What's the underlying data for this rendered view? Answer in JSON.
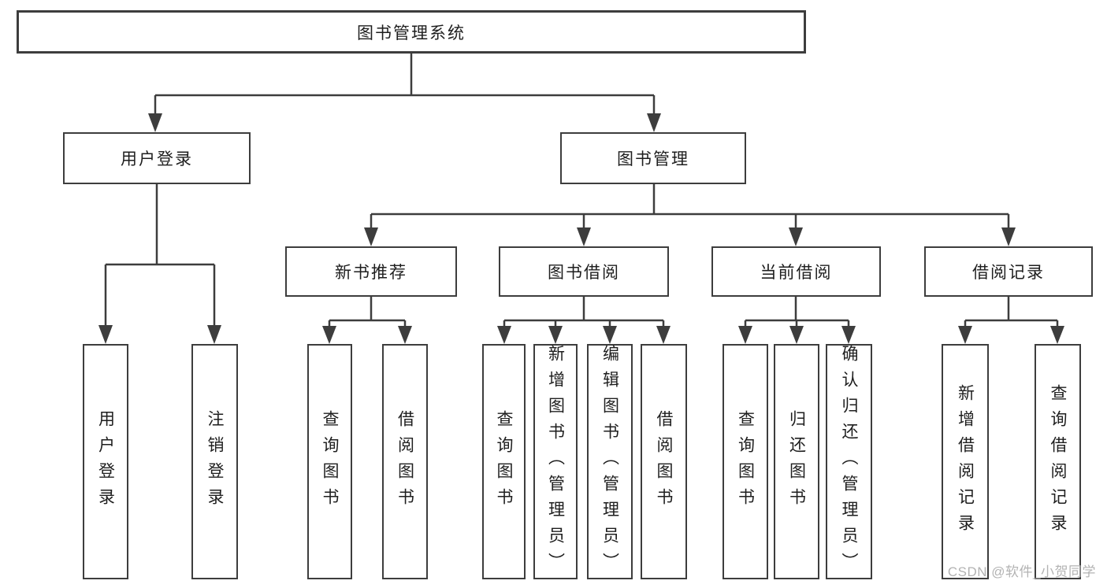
{
  "diagram": {
    "root": "图书管理系统",
    "level2": {
      "user_login": "用户登录",
      "book_management": "图书管理"
    },
    "level3": {
      "new_book_recommend": "新书推荐",
      "book_borrow": "图书借阅",
      "current_borrow": "当前借阅",
      "borrow_records": "借阅记录"
    },
    "level4": {
      "user_login": "用户登录",
      "logout": "注销登录",
      "rec_query_book": "查询图书",
      "rec_borrow_book": "借阅图书",
      "borrow_query_book": "查询图书",
      "borrow_add_book": "新增图书（管理员）",
      "borrow_edit_book": "编辑图书（管理员）",
      "borrow_borrow_book": "借阅图书",
      "current_query_book": "查询图书",
      "current_return_book": "归还图书",
      "current_confirm_return": "确认归还（管理员）",
      "records_add_record": "新增借阅记录",
      "records_query_record": "查询借阅记录"
    },
    "watermark": "CSDN @软件_小贺同学",
    "colors": {
      "line": "#3d3d3d",
      "box_border": "#3d3d3d",
      "text": "#1e1e1e",
      "watermark": "#b3b3b3",
      "background": "#ffffff"
    }
  }
}
